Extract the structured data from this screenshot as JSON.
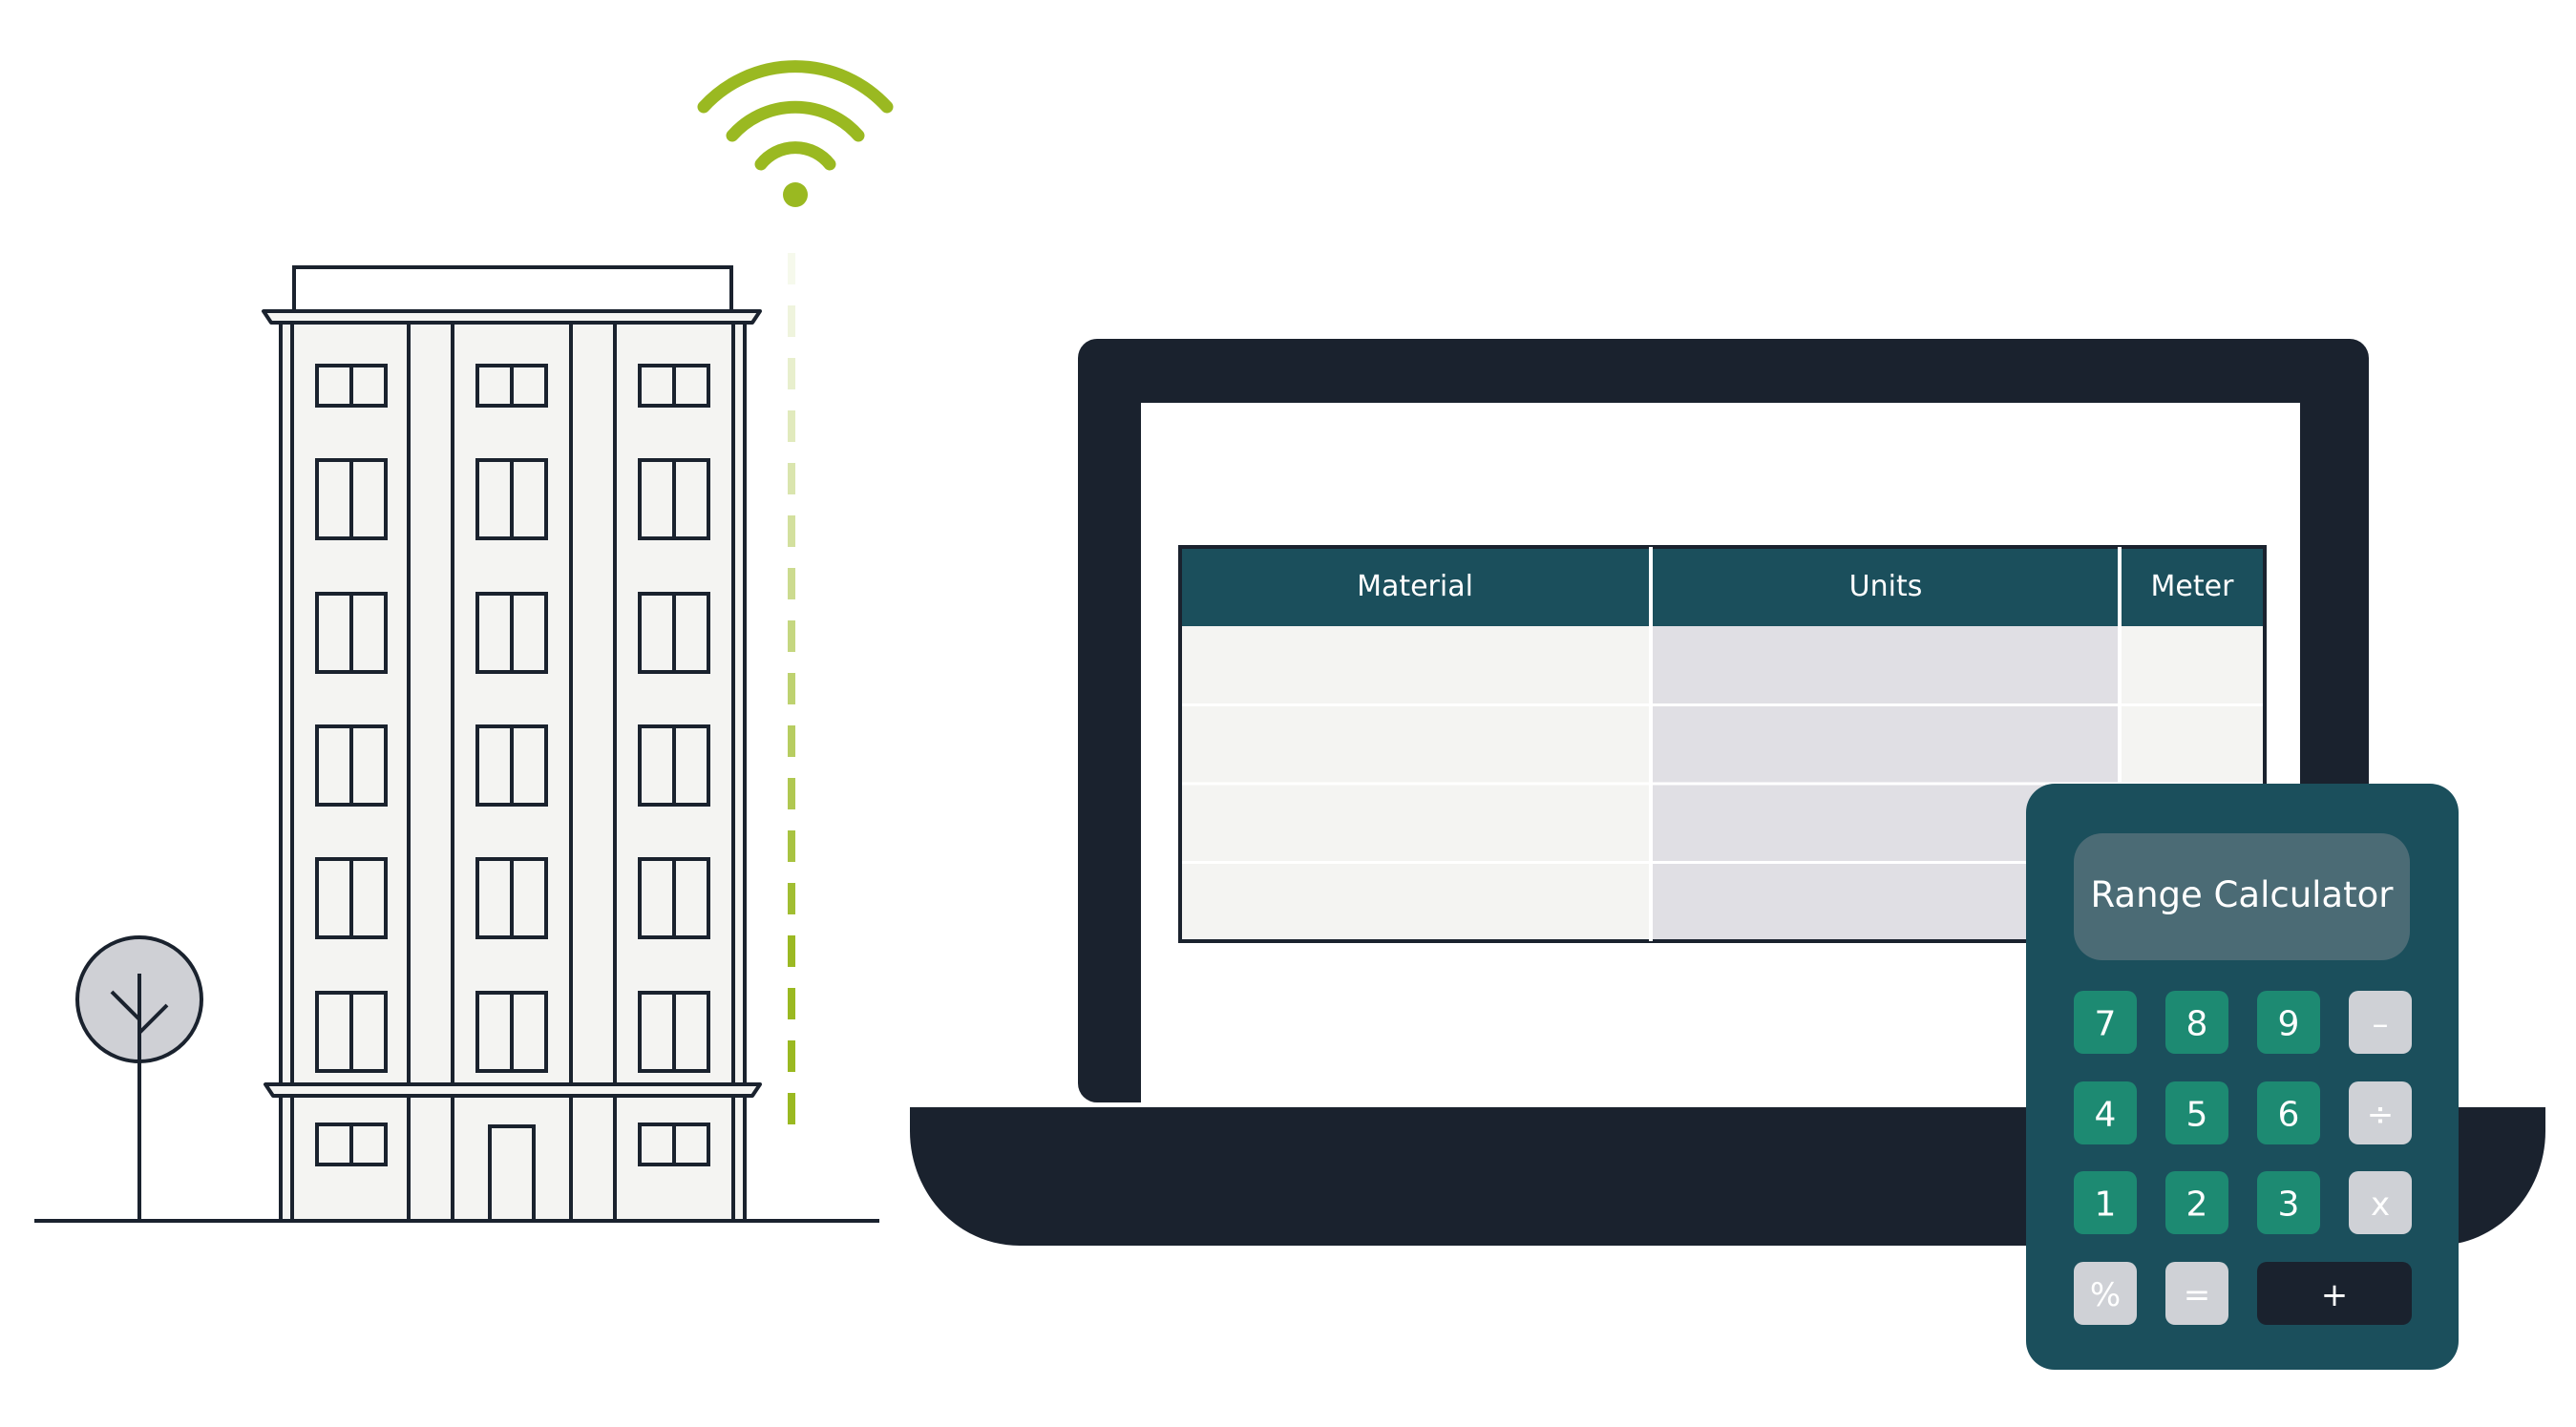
{
  "colors": {
    "dark": "#1a222e",
    "teal_dark": "#1b4f5c",
    "teal_key": "#1d8a72",
    "grey_key": "#cfd1d6",
    "wifi_green": "#9ab921",
    "building_fill": "#f4f4f2",
    "table_cell_light": "#f4f4f2",
    "table_cell_grey": "#e0dfe4",
    "tree_fill": "#cfd0d5"
  },
  "illustration": {
    "left": [
      "building-icon",
      "tree-icon",
      "wifi-icon"
    ],
    "center": "laptop-icon",
    "right": "calculator-icon"
  },
  "table": {
    "headers": [
      "Material",
      "Units",
      "Meter"
    ],
    "rows": [
      [
        "",
        "",
        ""
      ],
      [
        "",
        "",
        ""
      ],
      [
        "",
        "",
        ""
      ],
      [
        "",
        "",
        ""
      ]
    ]
  },
  "calculator": {
    "title": "Range Calculator",
    "keys": [
      {
        "label": "7",
        "kind": "digit"
      },
      {
        "label": "8",
        "kind": "digit"
      },
      {
        "label": "9",
        "kind": "digit"
      },
      {
        "label": "–",
        "kind": "operator"
      },
      {
        "label": "4",
        "kind": "digit"
      },
      {
        "label": "5",
        "kind": "digit"
      },
      {
        "label": "6",
        "kind": "digit"
      },
      {
        "label": "÷",
        "kind": "operator"
      },
      {
        "label": "1",
        "kind": "digit"
      },
      {
        "label": "2",
        "kind": "digit"
      },
      {
        "label": "3",
        "kind": "digit"
      },
      {
        "label": "x",
        "kind": "operator"
      },
      {
        "label": "%",
        "kind": "operator"
      },
      {
        "label": "=",
        "kind": "operator"
      },
      {
        "label": "+",
        "kind": "plus"
      }
    ]
  }
}
